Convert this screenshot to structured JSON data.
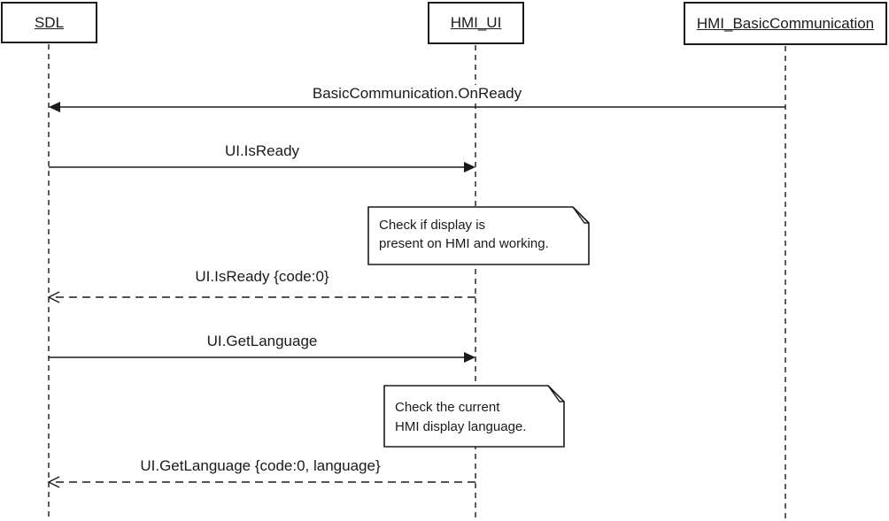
{
  "diagram": {
    "type": "uml-sequence-diagram",
    "colors": {
      "line": "#1a1a1a",
      "background": "#ffffff"
    },
    "actors": [
      {
        "id": "SDL",
        "label": "SDL"
      },
      {
        "id": "HMI_UI",
        "label": "HMI_UI"
      },
      {
        "id": "HMI_BasicCommunication",
        "label": "HMI_BasicCommunication"
      }
    ],
    "messages": [
      {
        "label": "BasicCommunication.OnReady",
        "from": "HMI_BasicCommunication",
        "to": "SDL",
        "kind": "call",
        "line": "solid",
        "arrowhead": "filled"
      },
      {
        "label": "UI.IsReady",
        "from": "SDL",
        "to": "HMI_UI",
        "kind": "call",
        "line": "solid",
        "arrowhead": "filled"
      },
      {
        "label": "UI.IsReady {code:0}",
        "from": "HMI_UI",
        "to": "SDL",
        "kind": "return",
        "line": "dashed",
        "arrowhead": "open"
      },
      {
        "label": "UI.GetLanguage",
        "from": "SDL",
        "to": "HMI_UI",
        "kind": "call",
        "line": "solid",
        "arrowhead": "filled"
      },
      {
        "label": "UI.GetLanguage {code:0, language}",
        "from": "HMI_UI",
        "to": "SDL",
        "kind": "return",
        "line": "dashed",
        "arrowhead": "open"
      }
    ],
    "notes": [
      {
        "attached_to": "HMI_UI",
        "lines": [
          "Check if display is",
          "present on HMI and working."
        ]
      },
      {
        "attached_to": "HMI_UI",
        "lines": [
          "Check the current",
          "HMI display language."
        ]
      }
    ]
  }
}
